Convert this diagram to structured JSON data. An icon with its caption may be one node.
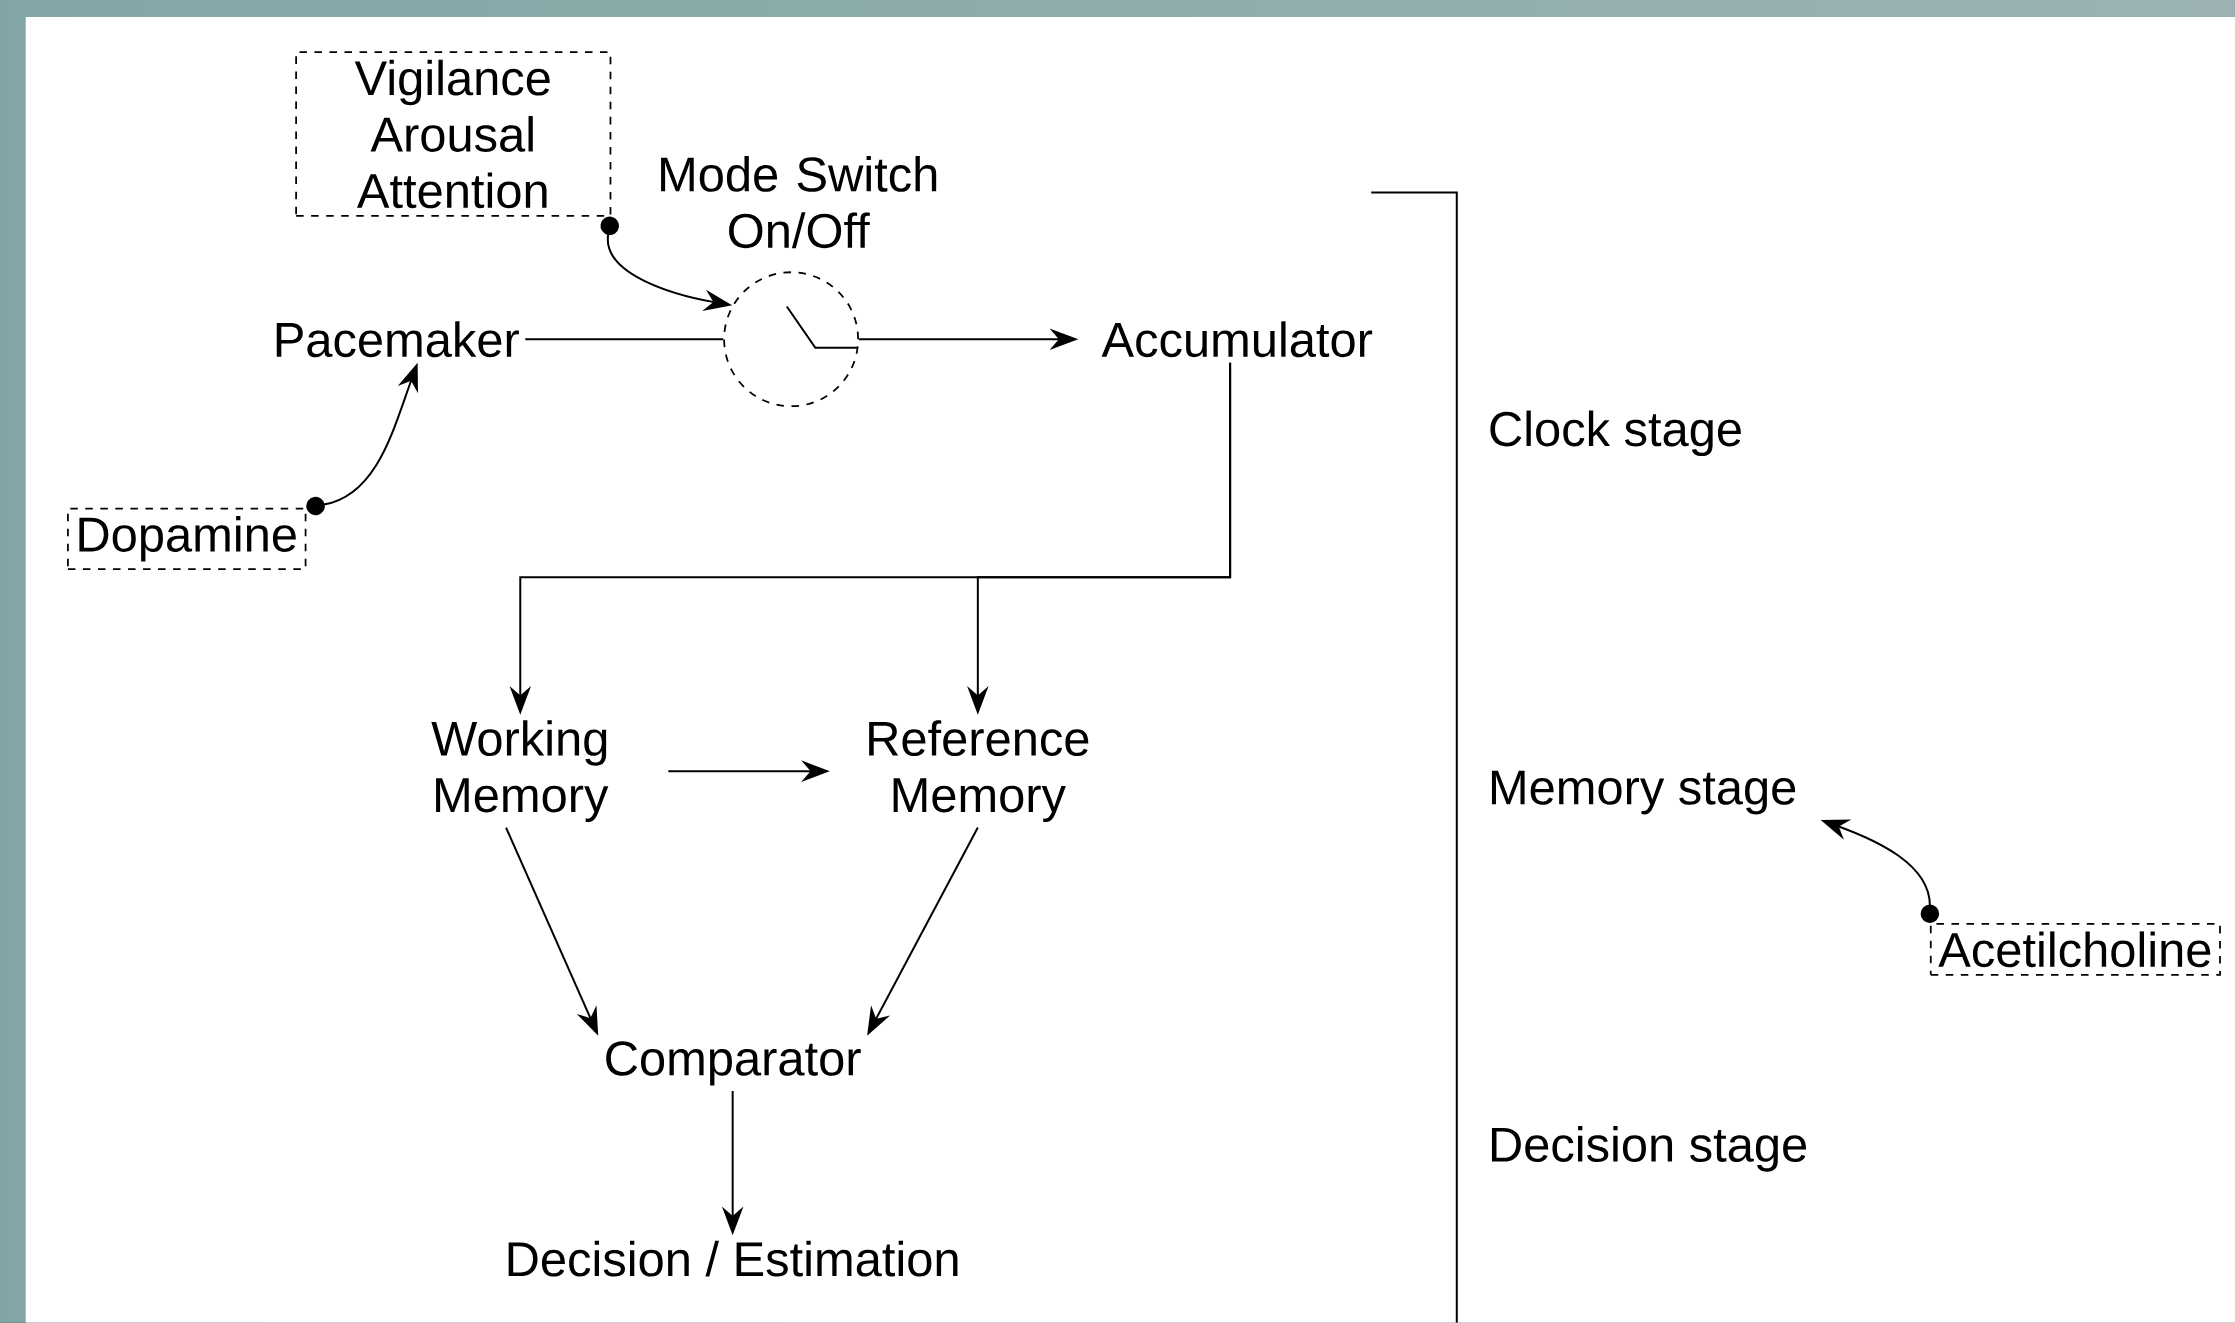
{
  "diagram": {
    "nodes": [
      {
        "text": [
          "Vigilance Arousal Attention"
        ]
      },
      {
        "text": [
          "Mode Switch On/Off"
        ]
      },
      {
        "text": [
          "Pacemaker"
        ]
      },
      {
        "text": [
          "Accumulator"
        ]
      },
      {
        "text": [
          "Dopamine"
        ]
      },
      {
        "text": [
          "Working Memory"
        ]
      },
      {
        "text": [
          "Reference Memory"
        ]
      },
      {
        "text": [
          "Comparator"
        ]
      },
      {
        "text": [
          "Decision / Estimation"
        ]
      },
      {
        "text": [
          "Clock stage"
        ]
      },
      {
        "text": [
          "Memory stage"
        ]
      },
      {
        "text": [
          "Decision stage"
        ]
      },
      {
        "text": [
          "Acetilcholine"
        ]
      }
    ],
    "edges": [
      {
        "from": 0,
        "to": 1,
        "arrow": "to"
      },
      {
        "from": 2,
        "to": 1,
        "arrow": "none"
      },
      {
        "from": 1,
        "to": 3,
        "arrow": "to"
      },
      {
        "from": 4,
        "to": 2,
        "arrow": "to"
      },
      {
        "from": 3,
        "to": 5,
        "arrow": "to"
      },
      {
        "from": 3,
        "to": 6,
        "arrow": "to"
      },
      {
        "from": 5,
        "to": 6,
        "arrow": "to"
      },
      {
        "from": 5,
        "to": 7,
        "arrow": "to"
      },
      {
        "from": 6,
        "to": 7,
        "arrow": "to"
      },
      {
        "from": 7,
        "to": 8,
        "arrow": "to"
      },
      {
        "from": 12,
        "to": 10,
        "arrow": "to"
      }
    ]
  }
}
